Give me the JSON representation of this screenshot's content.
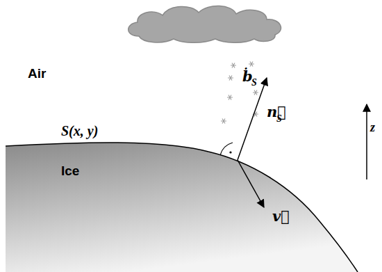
{
  "diagram": {
    "labels": [
      "Air",
      "S(x, y)",
      "Ice",
      "ḃ",
      "S",
      "n⃗",
      "S",
      "v⃗",
      "z"
    ]
  }
}
